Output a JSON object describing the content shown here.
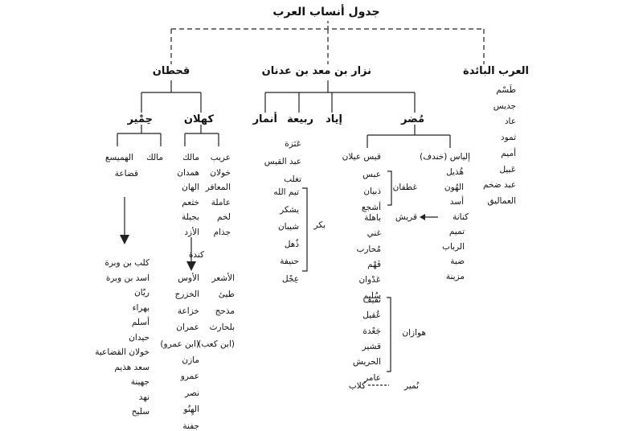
{
  "title": "جدول أنساب العرب",
  "extinct": {
    "head": "العرب البائدة",
    "items": [
      "طَسْم",
      "جديس",
      "عاد",
      "ثمود",
      "أميم",
      "عَبيل",
      "عبد ضخم",
      "العماليق"
    ]
  },
  "nizar": {
    "head": "نزار بن معد بن عدنان",
    "anmar": "أنمار",
    "rabia": "ربيعة",
    "iyad": "إياد",
    "mudar": "مُضر",
    "rabia_list": [
      "عَنَزة",
      "عبد القيس",
      "تغلب"
    ],
    "bakr_list": [
      "تيم الله",
      "يشكر",
      "شيبان",
      "ذُهل",
      "حنيفة",
      "عِجْل"
    ],
    "bakr": "بكر",
    "ilyas": "إلياس (خندف)",
    "ilyas_list": [
      "هُذيل",
      "الهُون",
      "أسد"
    ],
    "kinana": "كنانة",
    "quraysh": "قريش",
    "ilyas_list2": [
      "تميم",
      "الرباب",
      "ضبة",
      "مزينة"
    ],
    "qays": "قيس عيلان",
    "ghatafan_list": [
      "عبس",
      "ذبيان",
      "أشجع"
    ],
    "ghatafan": "غطفان",
    "qays_list": [
      "باهلة",
      "غني",
      "مُحارب",
      "فَهْم",
      "عَدْوان",
      "سُليم"
    ],
    "hawazin_list": [
      "ثقيف",
      "عُقيل",
      "جَعْدة",
      "قشير",
      "الحريش",
      "عامر"
    ],
    "hawazin": "هوازان",
    "numayr": "نُمير",
    "kilab": "كلاب"
  },
  "qahtan": {
    "head": "قحطان",
    "kahlan": "كهلان",
    "himyar": "حِمْير",
    "arib_list": [
      "عريب",
      "خولان",
      "المعافر",
      "عاملة",
      "لخم",
      "جذام"
    ],
    "malik_list": [
      "مالك",
      "همدان",
      "الهان",
      "خثعم",
      "بجيلة",
      "الأزد"
    ],
    "kinda": "كندة",
    "ashar_list": [
      "الأشعر",
      "طيئ",
      "مذحج",
      "بلحارث",
      "(ابن كعب)"
    ],
    "aws_list": [
      "الأوس",
      "الخزرج",
      "خزاعة",
      "عمران",
      "(ابن عمرو)",
      "مازن",
      "عمرو",
      "نصر",
      "الهِنُو",
      "جفنة"
    ],
    "himyar_top": [
      "الهميسع",
      "مالك"
    ],
    "qudaa": "قضاعة",
    "himyar_list": [
      "كلب بن وبرة",
      "اسد بن وبرة",
      "ريّان",
      "بهراء",
      "أسلم",
      "حيدان",
      "خولان القضاعية",
      "سعد هذيم",
      "جهينة",
      "نهد",
      "سليح"
    ]
  }
}
